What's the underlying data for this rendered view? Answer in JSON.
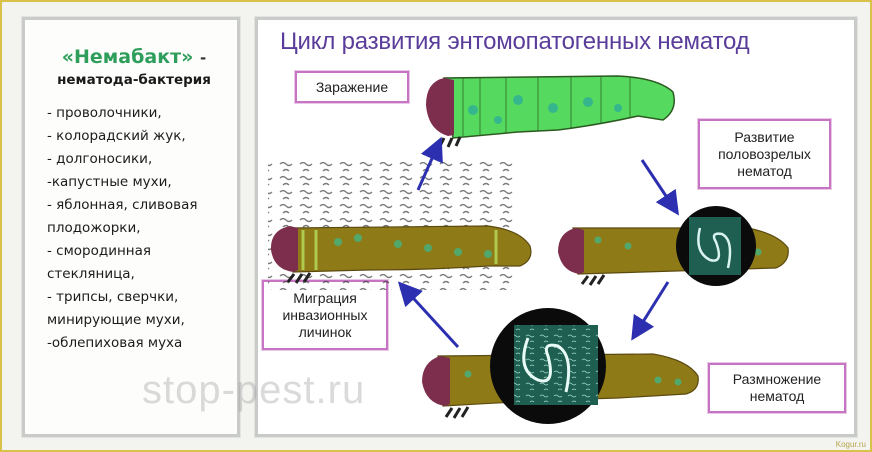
{
  "left_panel": {
    "product_name": "«Немабакт»",
    "title_dash": "-",
    "subtitle": "нематода-бактерия",
    "pests": [
      "- проволочники,",
      "- колорадский жук,",
      "- долгоносики,",
      "-капустные мухи,",
      "- яблонная, сливовая",
      "плодожорки,",
      "- смородинная",
      "стекляница,",
      "- трипсы, сверчки,",
      "минирующие мухи,",
      "-облепиховая муха"
    ]
  },
  "diagram": {
    "title": "Цикл развития энтомопатогенных нематод",
    "stages": {
      "infection": "Заражение",
      "development": [
        "Развитие",
        "половозрелых",
        "нематод"
      ],
      "reproduction": [
        "Размножение",
        "нематод"
      ],
      "migration": [
        "Миграция",
        "инвазионных",
        "личинок"
      ]
    },
    "colors": {
      "title": "#5a3d9a",
      "box_border": "#c774c4",
      "arrow": "#2b2fb0",
      "healthy_larva": "#4fd45a",
      "infected_larva": "#8f7a18",
      "head": "#7d2e4c",
      "nematode_bg": "#1f5f52"
    }
  },
  "watermark": "stop-pest.ru",
  "credit": "Kogur.ru"
}
